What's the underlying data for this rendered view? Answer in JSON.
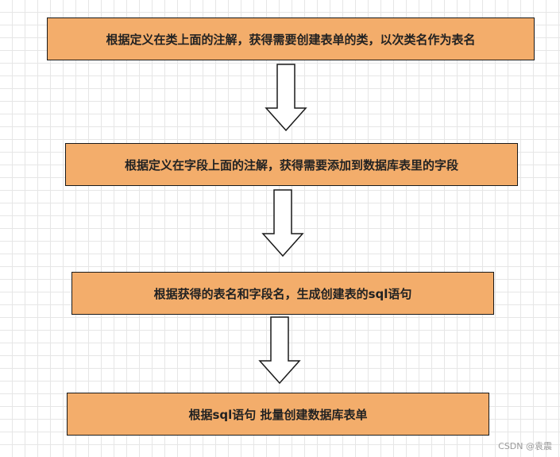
{
  "steps": [
    "根据定义在类上面的注解，获得需要创建表单的类，以次类名作为表名",
    "根据定义在字段上面的注解，获得需要添加到数据库表里的字段",
    "根据获得的表名和字段名，生成创建表的sql语句",
    "根据sql语句 批量创建数据库表单"
  ],
  "watermark": "CSDN @袁震",
  "colors": {
    "box_fill": "#f3ad6b",
    "box_border": "#1a1a1a",
    "arrow_fill": "#ffffff",
    "arrow_stroke": "#1a1a1a"
  }
}
